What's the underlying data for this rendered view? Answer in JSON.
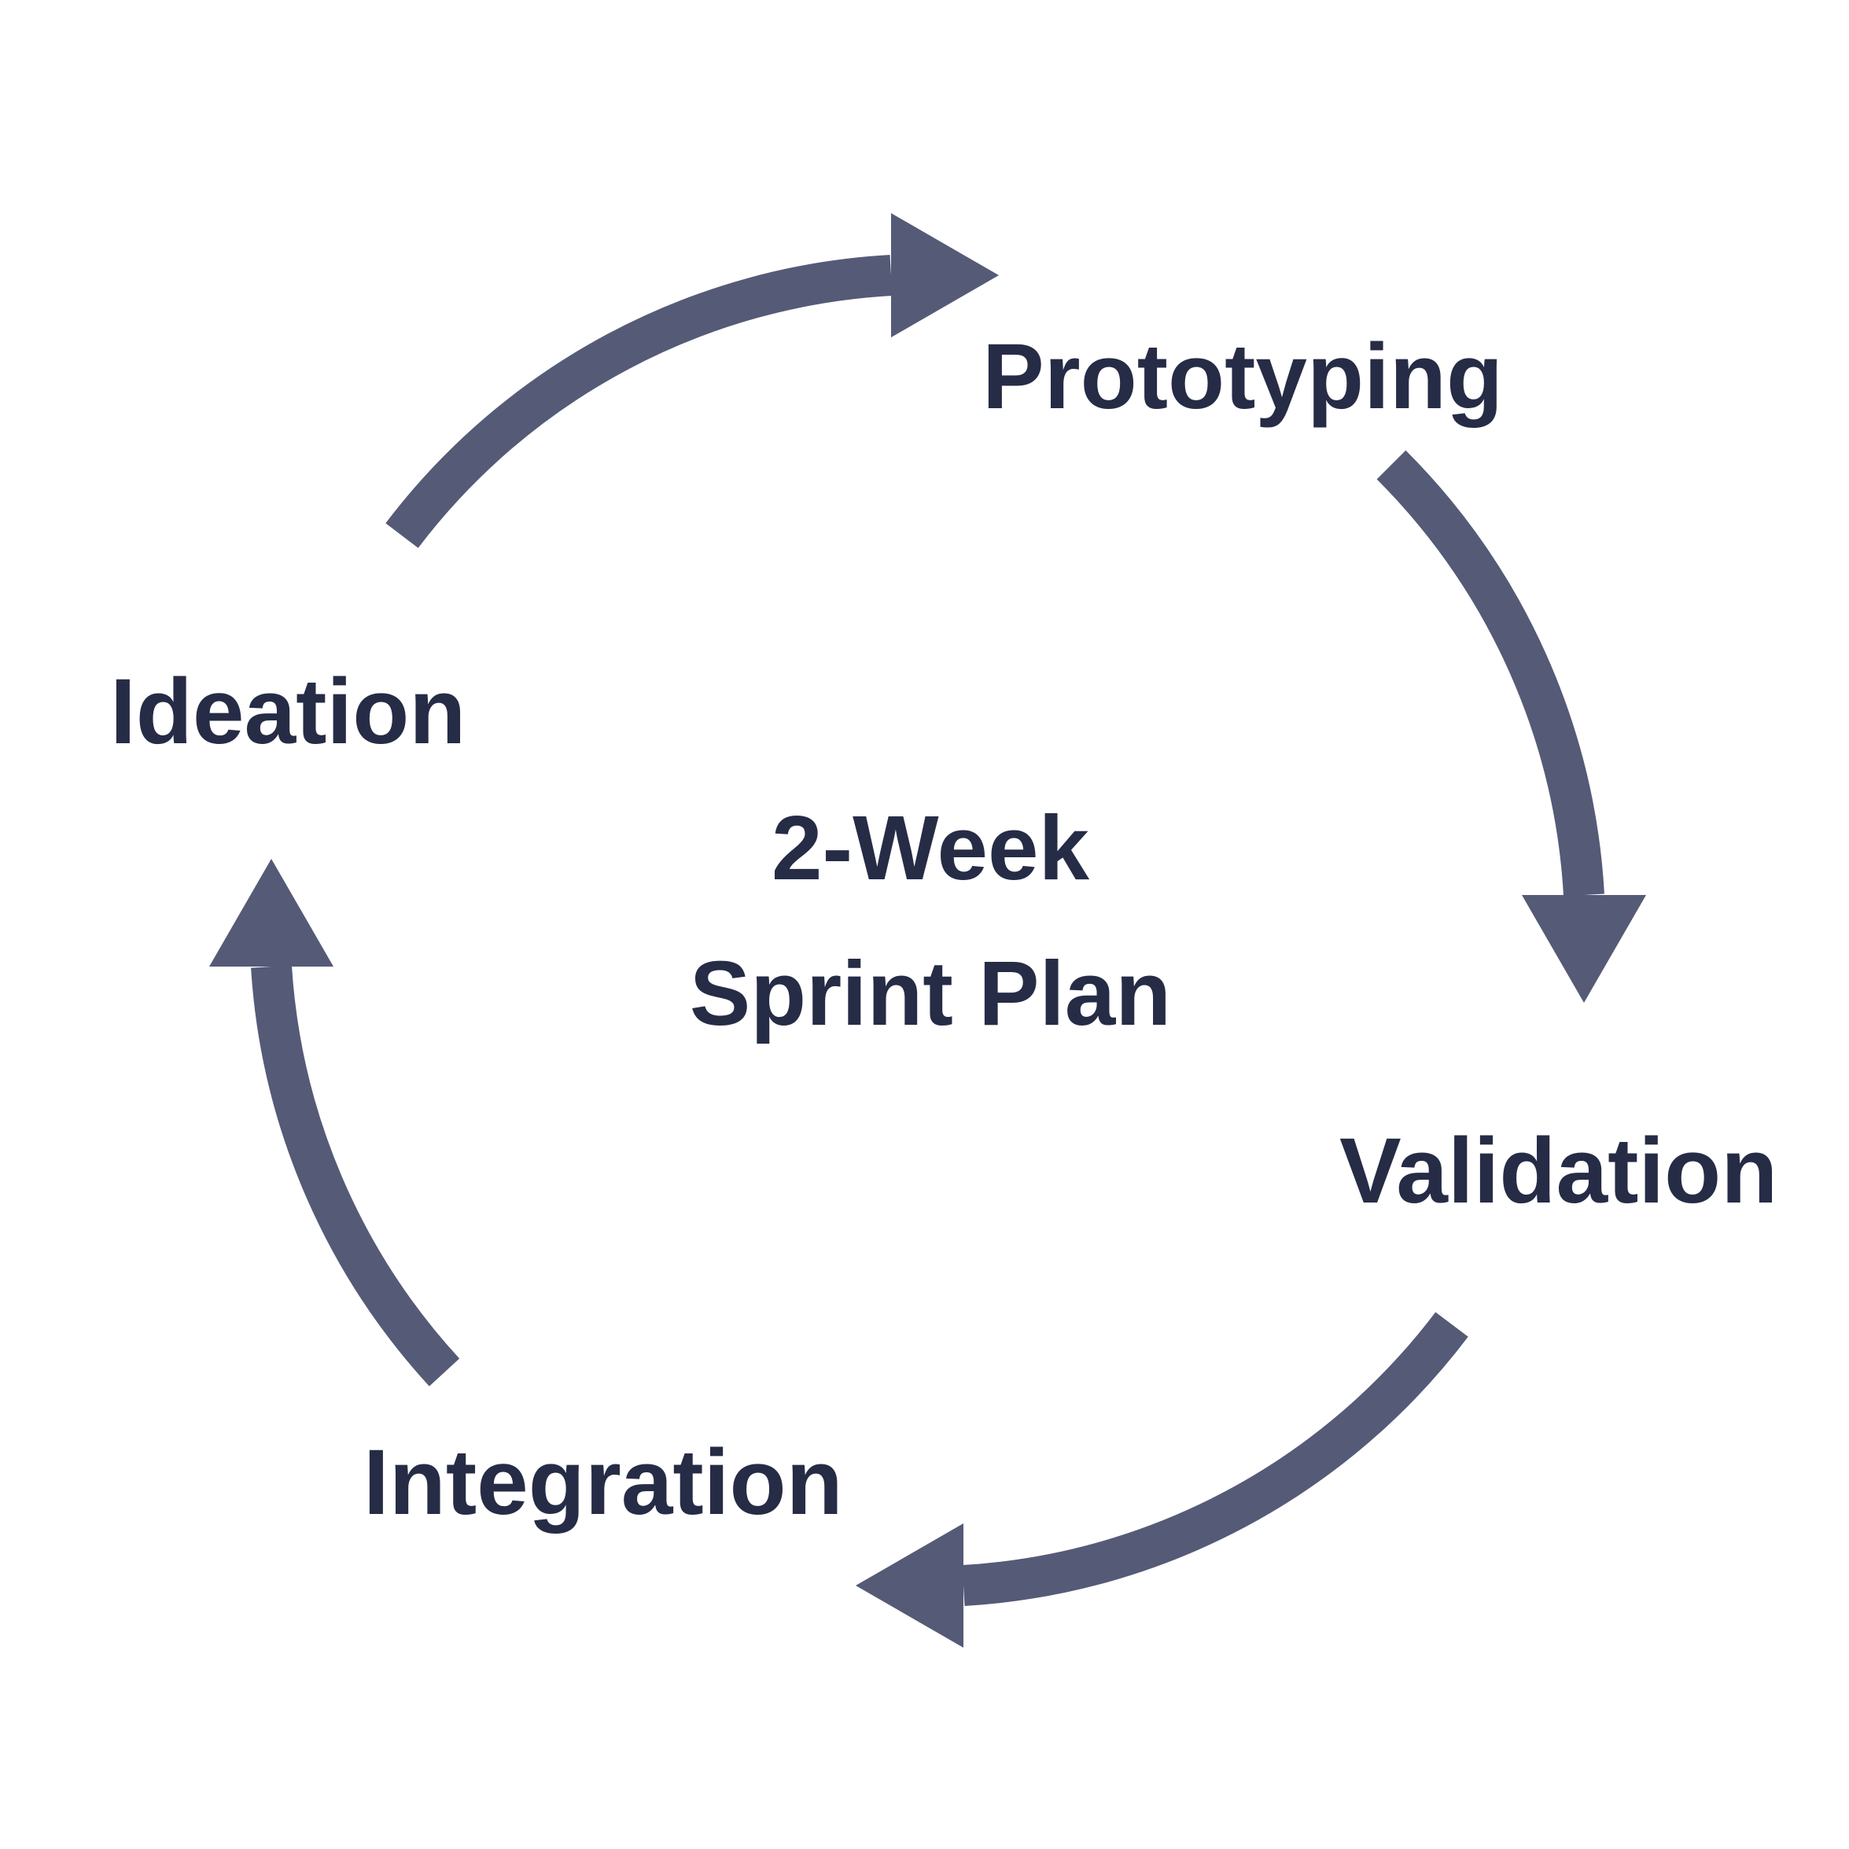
{
  "diagram": {
    "center": {
      "line1": "2-Week",
      "line2": "Sprint Plan"
    },
    "stages": [
      {
        "label": "Prototyping"
      },
      {
        "label": "Validation"
      },
      {
        "label": "Integration"
      },
      {
        "label": "Ideation"
      }
    ],
    "colors": {
      "arrow": "#555a77",
      "text": "#262c46",
      "background": "#ffffff"
    },
    "arrow_direction": "clockwise"
  }
}
